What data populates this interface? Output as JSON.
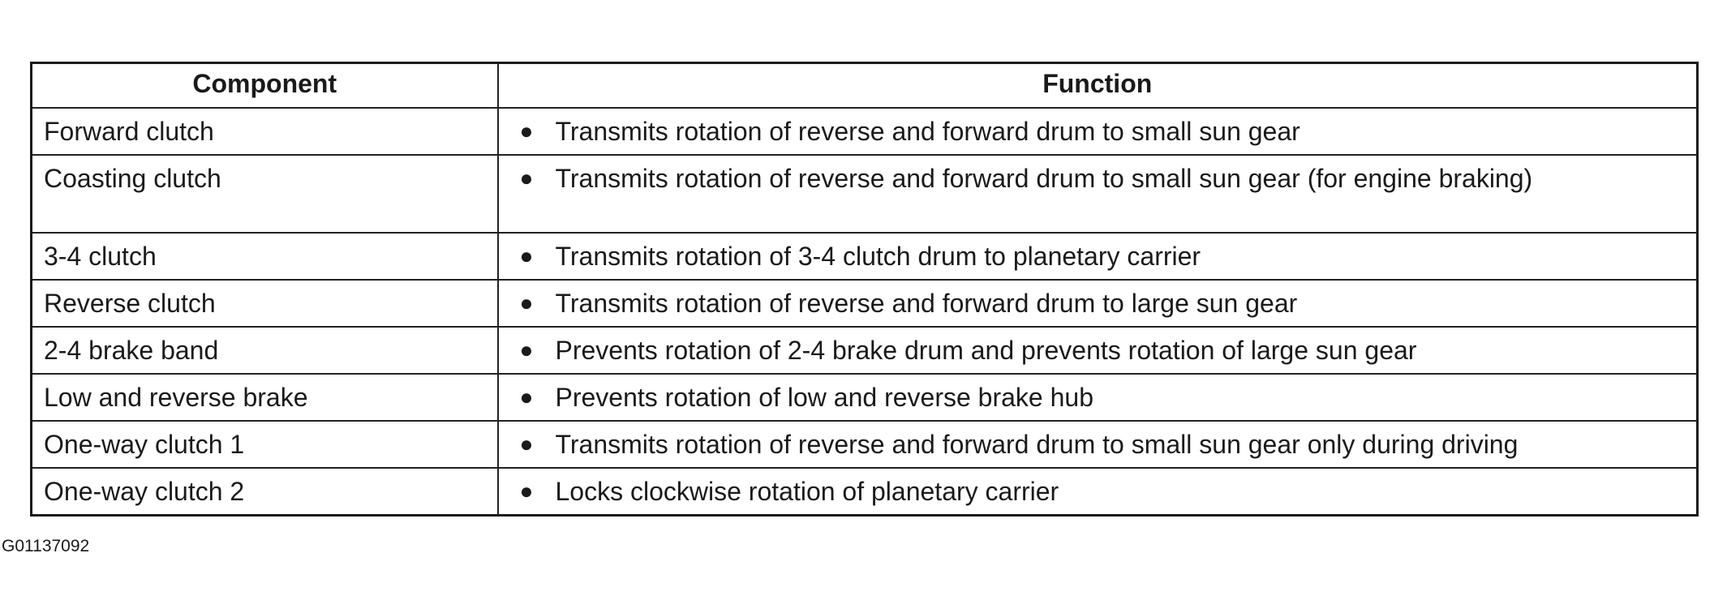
{
  "table": {
    "headers": [
      "Component",
      "Function"
    ],
    "bullet_glyph": "●",
    "rows": [
      {
        "component": "Forward clutch",
        "function": "Transmits rotation of reverse and forward drum to small sun gear"
      },
      {
        "component": "Coasting clutch",
        "function": "Transmits rotation of reverse and forward drum to small sun gear (for engine braking)"
      },
      {
        "component": "3-4 clutch",
        "function": "Transmits rotation of 3-4 clutch drum to planetary carrier"
      },
      {
        "component": "Reverse clutch",
        "function": "Transmits rotation of reverse and forward drum to large sun gear"
      },
      {
        "component": "2-4 brake band",
        "function": "Prevents rotation of 2-4 brake drum and prevents rotation of large sun gear"
      },
      {
        "component": "Low and reverse brake",
        "function": "Prevents rotation of low and reverse brake hub"
      },
      {
        "component": "One-way clutch 1",
        "function": "Transmits rotation of reverse and forward drum to small sun gear only during driving"
      },
      {
        "component": "One-way clutch 2",
        "function": "Locks clockwise rotation of planetary carrier"
      }
    ]
  },
  "figure_id": "G01137092"
}
